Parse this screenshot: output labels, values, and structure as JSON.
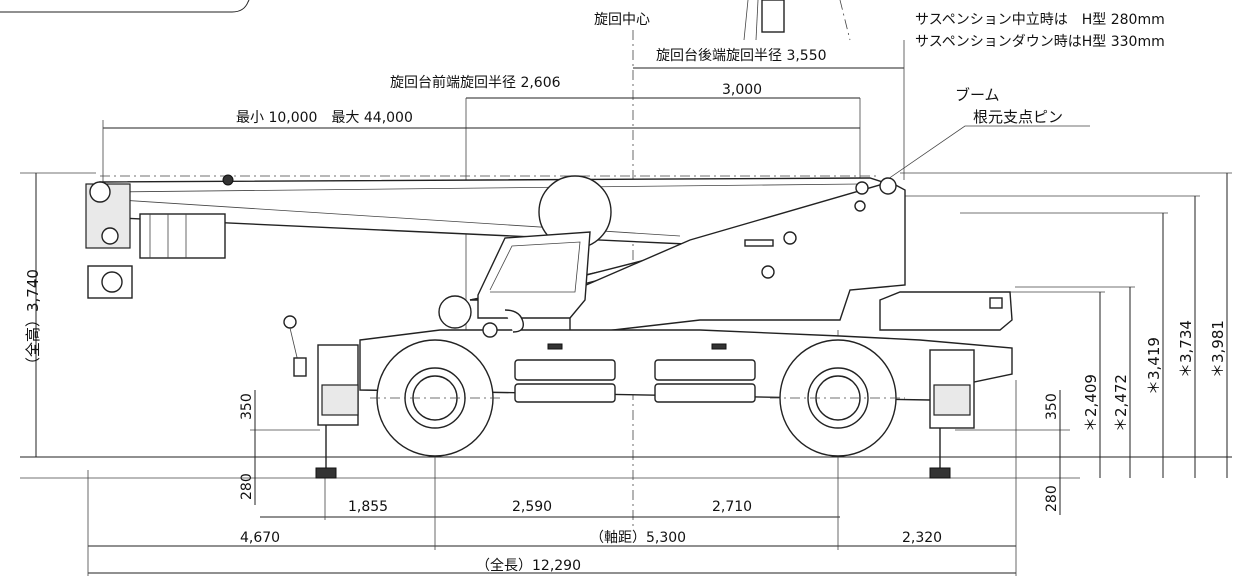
{
  "notes": {
    "line1": "サスペンション中立時は　H型 280mm",
    "line2": "サスペンションダウン時はH型 330mm"
  },
  "labels": {
    "slew_center": "旋回中心",
    "rear_swing_radius": "旋回台後端旋回半径 3,550",
    "front_swing_radius": "旋回台前端旋回半径  2,606",
    "dim_3000": "3,000",
    "boom_length": "最小 10,000　最大 44,000",
    "boom_pin_1": "ブーム",
    "boom_pin_2": "根元支点ピン",
    "overall_height": "（全高）3,740",
    "dim_350_left": "350",
    "dim_280_left": "280",
    "dim_350_right": "350",
    "dim_280_right": "280",
    "h_2409": "＊2,409",
    "h_2472": "＊2,472",
    "h_3419": "＊3,419",
    "h_3734": "＊3,734",
    "h_3981": "＊3,981",
    "dim_1855": "1,855",
    "dim_2590": "2,590",
    "dim_2710": "2,710",
    "dim_4670": "4,670",
    "wheelbase": "（軸距）5,300",
    "dim_2320": "2,320",
    "overall_length": "（全長）12,290"
  }
}
